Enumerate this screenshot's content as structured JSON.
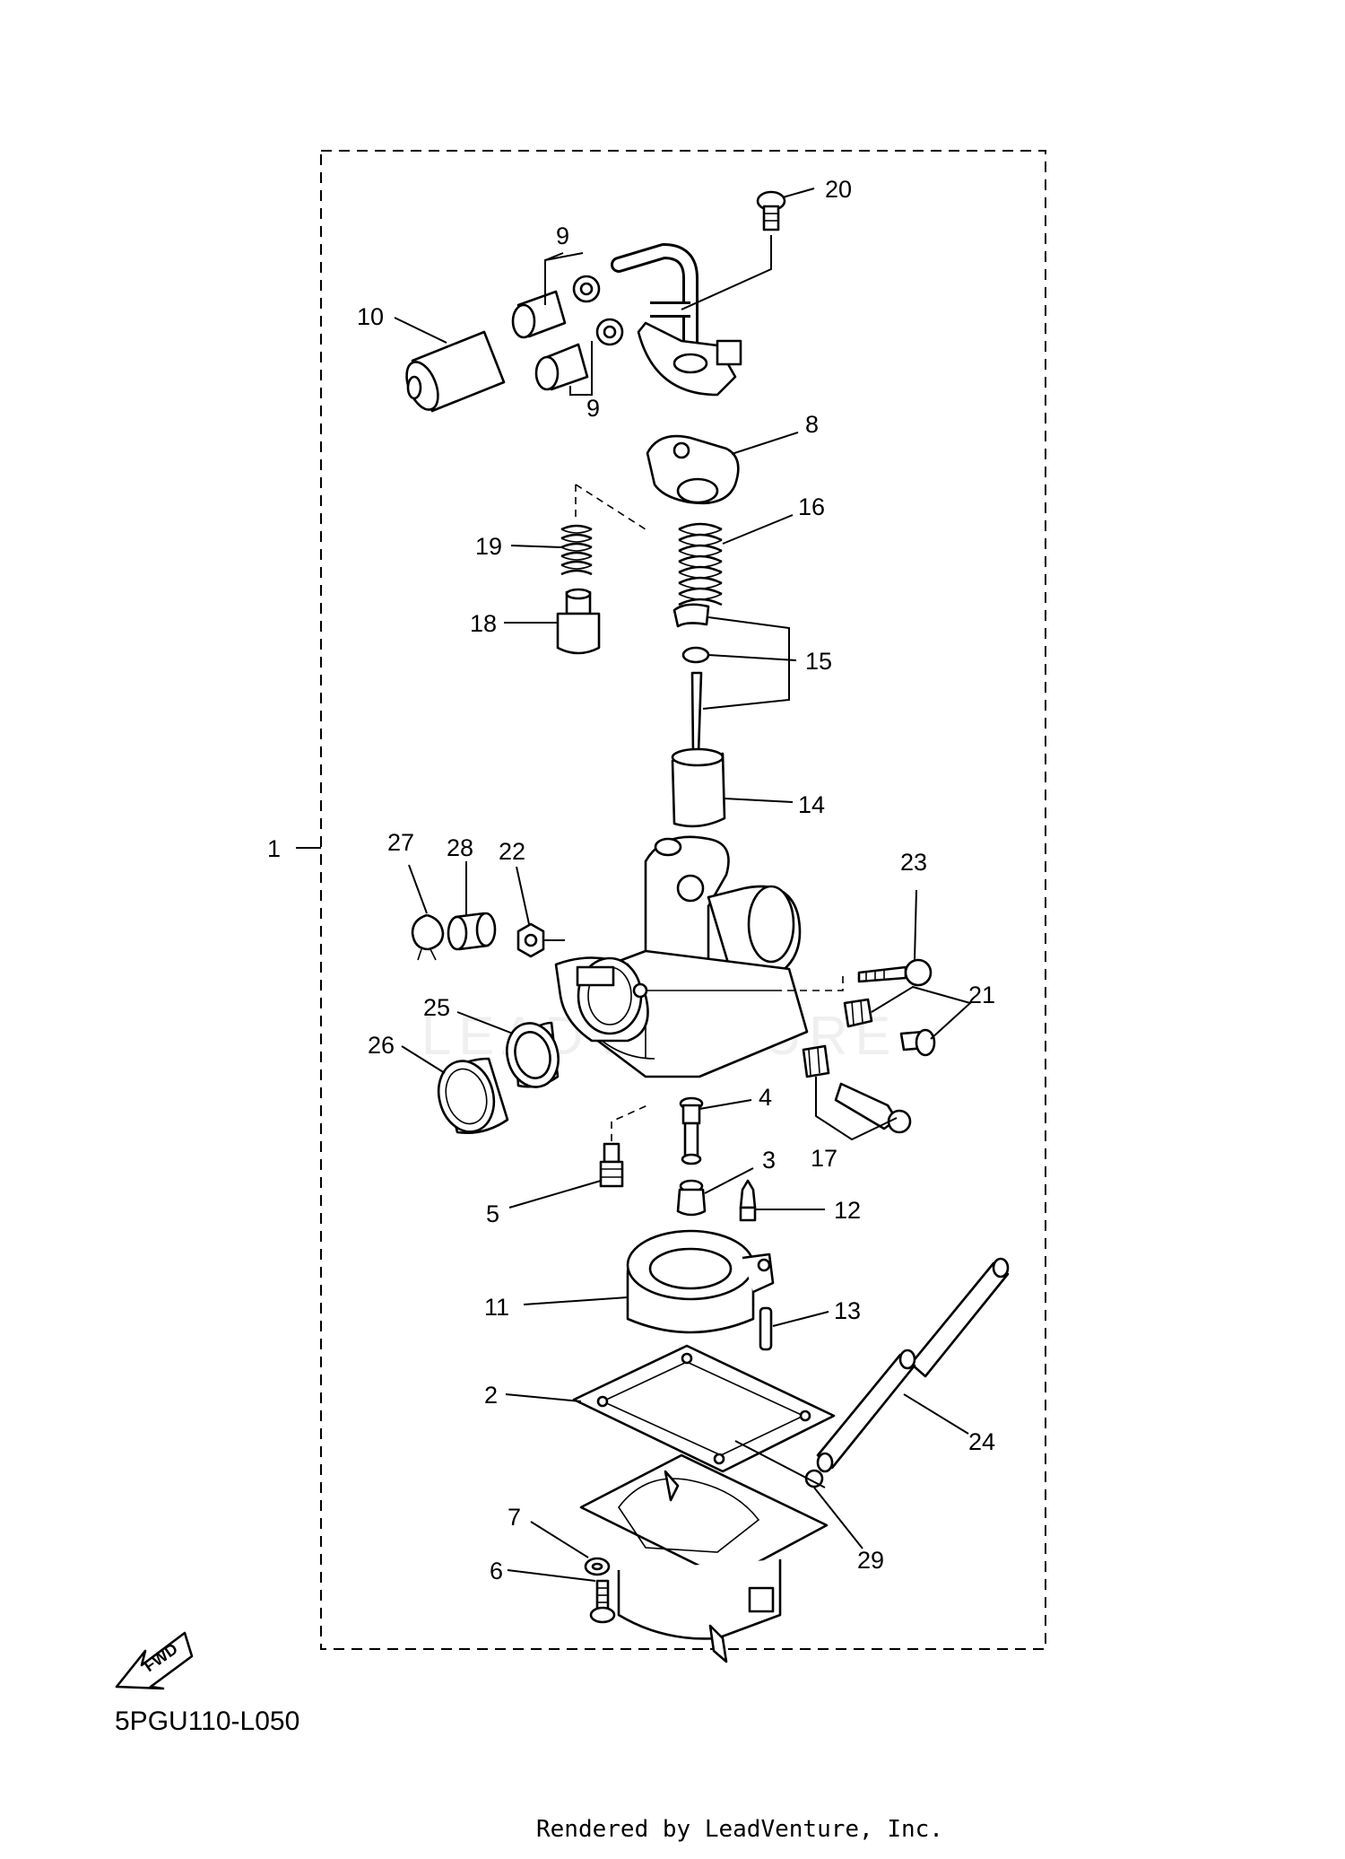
{
  "diagram": {
    "code": "5PGU110-L050",
    "credit": "Rendered by LeadVenture, Inc.",
    "watermark": "LEADVENTURE",
    "fwd_label": "FWD"
  },
  "parts": [
    {
      "id": "p1",
      "label": "1"
    },
    {
      "id": "p2",
      "label": "2"
    },
    {
      "id": "p3",
      "label": "3"
    },
    {
      "id": "p4",
      "label": "4"
    },
    {
      "id": "p5",
      "label": "5"
    },
    {
      "id": "p6",
      "label": "6"
    },
    {
      "id": "p7",
      "label": "7"
    },
    {
      "id": "p8",
      "label": "8"
    },
    {
      "id": "p9a",
      "label": "9"
    },
    {
      "id": "p9b",
      "label": "9"
    },
    {
      "id": "p10",
      "label": "10"
    },
    {
      "id": "p11",
      "label": "11"
    },
    {
      "id": "p12",
      "label": "12"
    },
    {
      "id": "p13",
      "label": "13"
    },
    {
      "id": "p14",
      "label": "14"
    },
    {
      "id": "p15",
      "label": "15"
    },
    {
      "id": "p16",
      "label": "16"
    },
    {
      "id": "p17",
      "label": "17"
    },
    {
      "id": "p18",
      "label": "18"
    },
    {
      "id": "p19",
      "label": "19"
    },
    {
      "id": "p20",
      "label": "20"
    },
    {
      "id": "p21",
      "label": "21"
    },
    {
      "id": "p22",
      "label": "22"
    },
    {
      "id": "p23",
      "label": "23"
    },
    {
      "id": "p24",
      "label": "24"
    },
    {
      "id": "p25",
      "label": "25"
    },
    {
      "id": "p26",
      "label": "26"
    },
    {
      "id": "p27",
      "label": "27"
    },
    {
      "id": "p28",
      "label": "28"
    },
    {
      "id": "p29",
      "label": "29"
    }
  ]
}
